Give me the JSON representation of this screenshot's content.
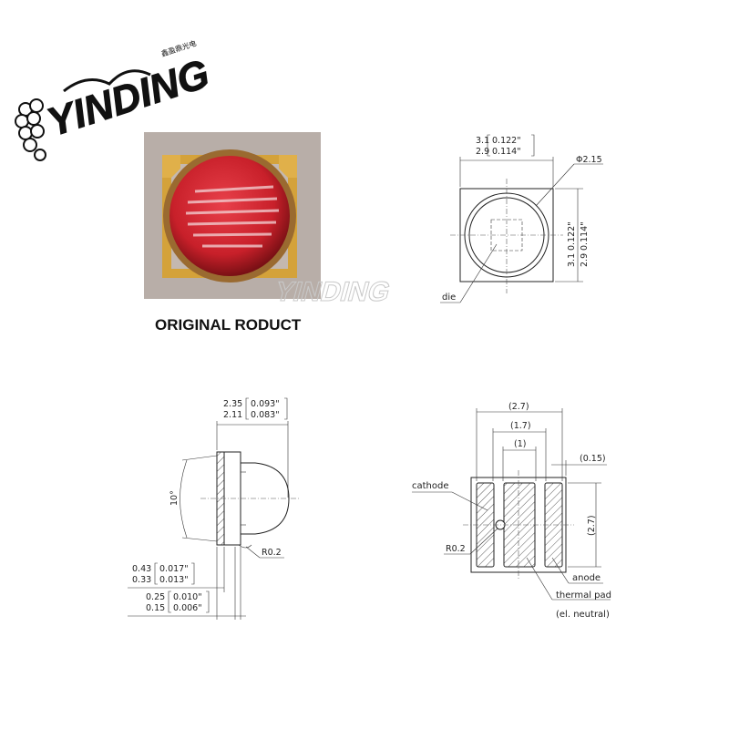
{
  "brand": {
    "name": "YINDING",
    "chinese": "鑫盈鼎光电",
    "watermark": "YINDING"
  },
  "photo": {
    "caption": "ORIGINAL RODUCT"
  },
  "top_view": {
    "width_max": "3.1",
    "width_max_in": "0.122\"",
    "width_min": "2.9",
    "width_min_in": "0.114\"",
    "height_max": "3.1",
    "height_max_in": "0.122\"",
    "height_min": "2.9",
    "height_min_in": "0.114\"",
    "lens_dia": "Φ2.15",
    "die_label": "die"
  },
  "side_view": {
    "total_max": "2.35",
    "total_max_in": "0.093\"",
    "total_min": "2.11",
    "total_min_in": "0.083\"",
    "angle": "10°",
    "radius": "R0.2",
    "base_max": "0.43",
    "base_max_in": "0.017\"",
    "base_min": "0.33",
    "base_min_in": "0.013\"",
    "pad_max": "0.25",
    "pad_max_in": "0.010\"",
    "pad_min": "0.15",
    "pad_min_in": "0.006\""
  },
  "bottom_view": {
    "outer": "(2.7)",
    "middle": "(1.7)",
    "inner": "(1)",
    "gap": "(0.15)",
    "height": "(2.7)",
    "radius": "R0.2",
    "cathode": "cathode",
    "anode": "anode",
    "thermal_pad": "thermal pad",
    "neutral": "(el. neutral)"
  },
  "colors": {
    "lens_red": "#c8202a",
    "gold": "#d4a23a",
    "photo_bg": "#b8aea8"
  }
}
